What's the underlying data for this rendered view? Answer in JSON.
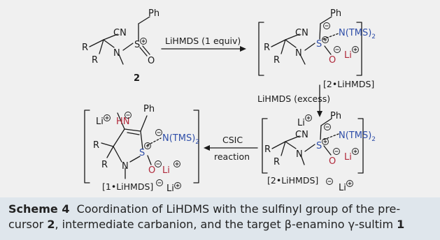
{
  "caption": {
    "label": "Scheme 4",
    "line1_part1": "Coordination of LiHDMS with the sulfinyl group of the pre-",
    "line2_part1": "cursor ",
    "bold_2": "2",
    "line2_part2": ", intermediate carbanion, and the target β-enamino γ-sultim ",
    "bold_1": "1"
  },
  "labels": {
    "compound_2": "2",
    "complex_top": "[2•LiHMDS]",
    "complex_bottom_right": "[2•LiHMDS]",
    "complex_bottom_left": "[1•LiHMDS]",
    "arrow1": "LiHMDS (1 equiv)",
    "arrow2": "LiHMDS (excess)",
    "arrow3_line1": "CSIC",
    "arrow3_line2": "reaction",
    "ph": "Ph",
    "cn": "CN",
    "r": "R",
    "n": "N",
    "s": "S",
    "o": "O",
    "li": "Li",
    "ntms": "N(TMS)",
    "hn": "HN",
    "sub2": "2"
  }
}
